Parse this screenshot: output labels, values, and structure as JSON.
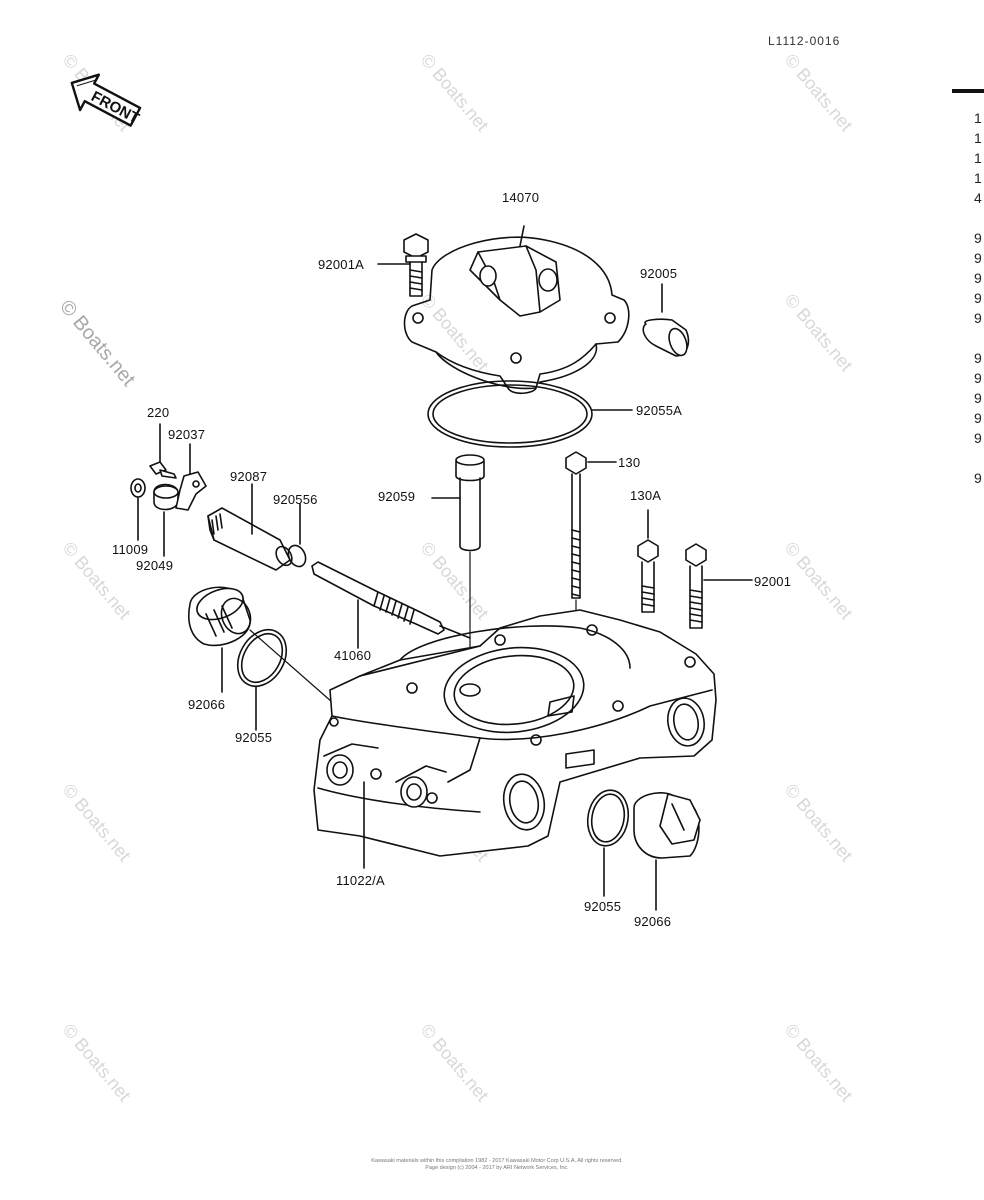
{
  "document": {
    "code": "L1112-0016",
    "footer_line1": "Kawasaki materials within this compilation 1982 - 2017 Kawasaki Motor Corp U.S.A. All rights reserved.",
    "footer_line2": "Page design (c) 2004 - 2017 by ARI Network Services, Inc."
  },
  "orientation": {
    "front_label": "FRONT"
  },
  "watermark": {
    "text": "© Boats.net"
  },
  "edge_characters": [
    "1",
    "1",
    "1",
    "1",
    "4",
    "9",
    "9",
    "9",
    "9",
    "9",
    "9",
    "9",
    "9",
    "9",
    "9",
    "9"
  ],
  "parts": {
    "p14070": "14070",
    "p92001A": "92001A",
    "p92005": "92005",
    "p92055A": "92055A",
    "p220": "220",
    "p92037": "92037",
    "p92087": "92087",
    "p92055B": "920556",
    "p92059": "92059",
    "p130": "130",
    "p130A": "130A",
    "p92001": "92001",
    "p11009": "11009",
    "p92049": "92049",
    "p41060": "41060",
    "p92066a": "92066",
    "p92055a": "92055",
    "p11022A": "11022/A",
    "p92055b": "92055",
    "p92066b": "92066"
  }
}
